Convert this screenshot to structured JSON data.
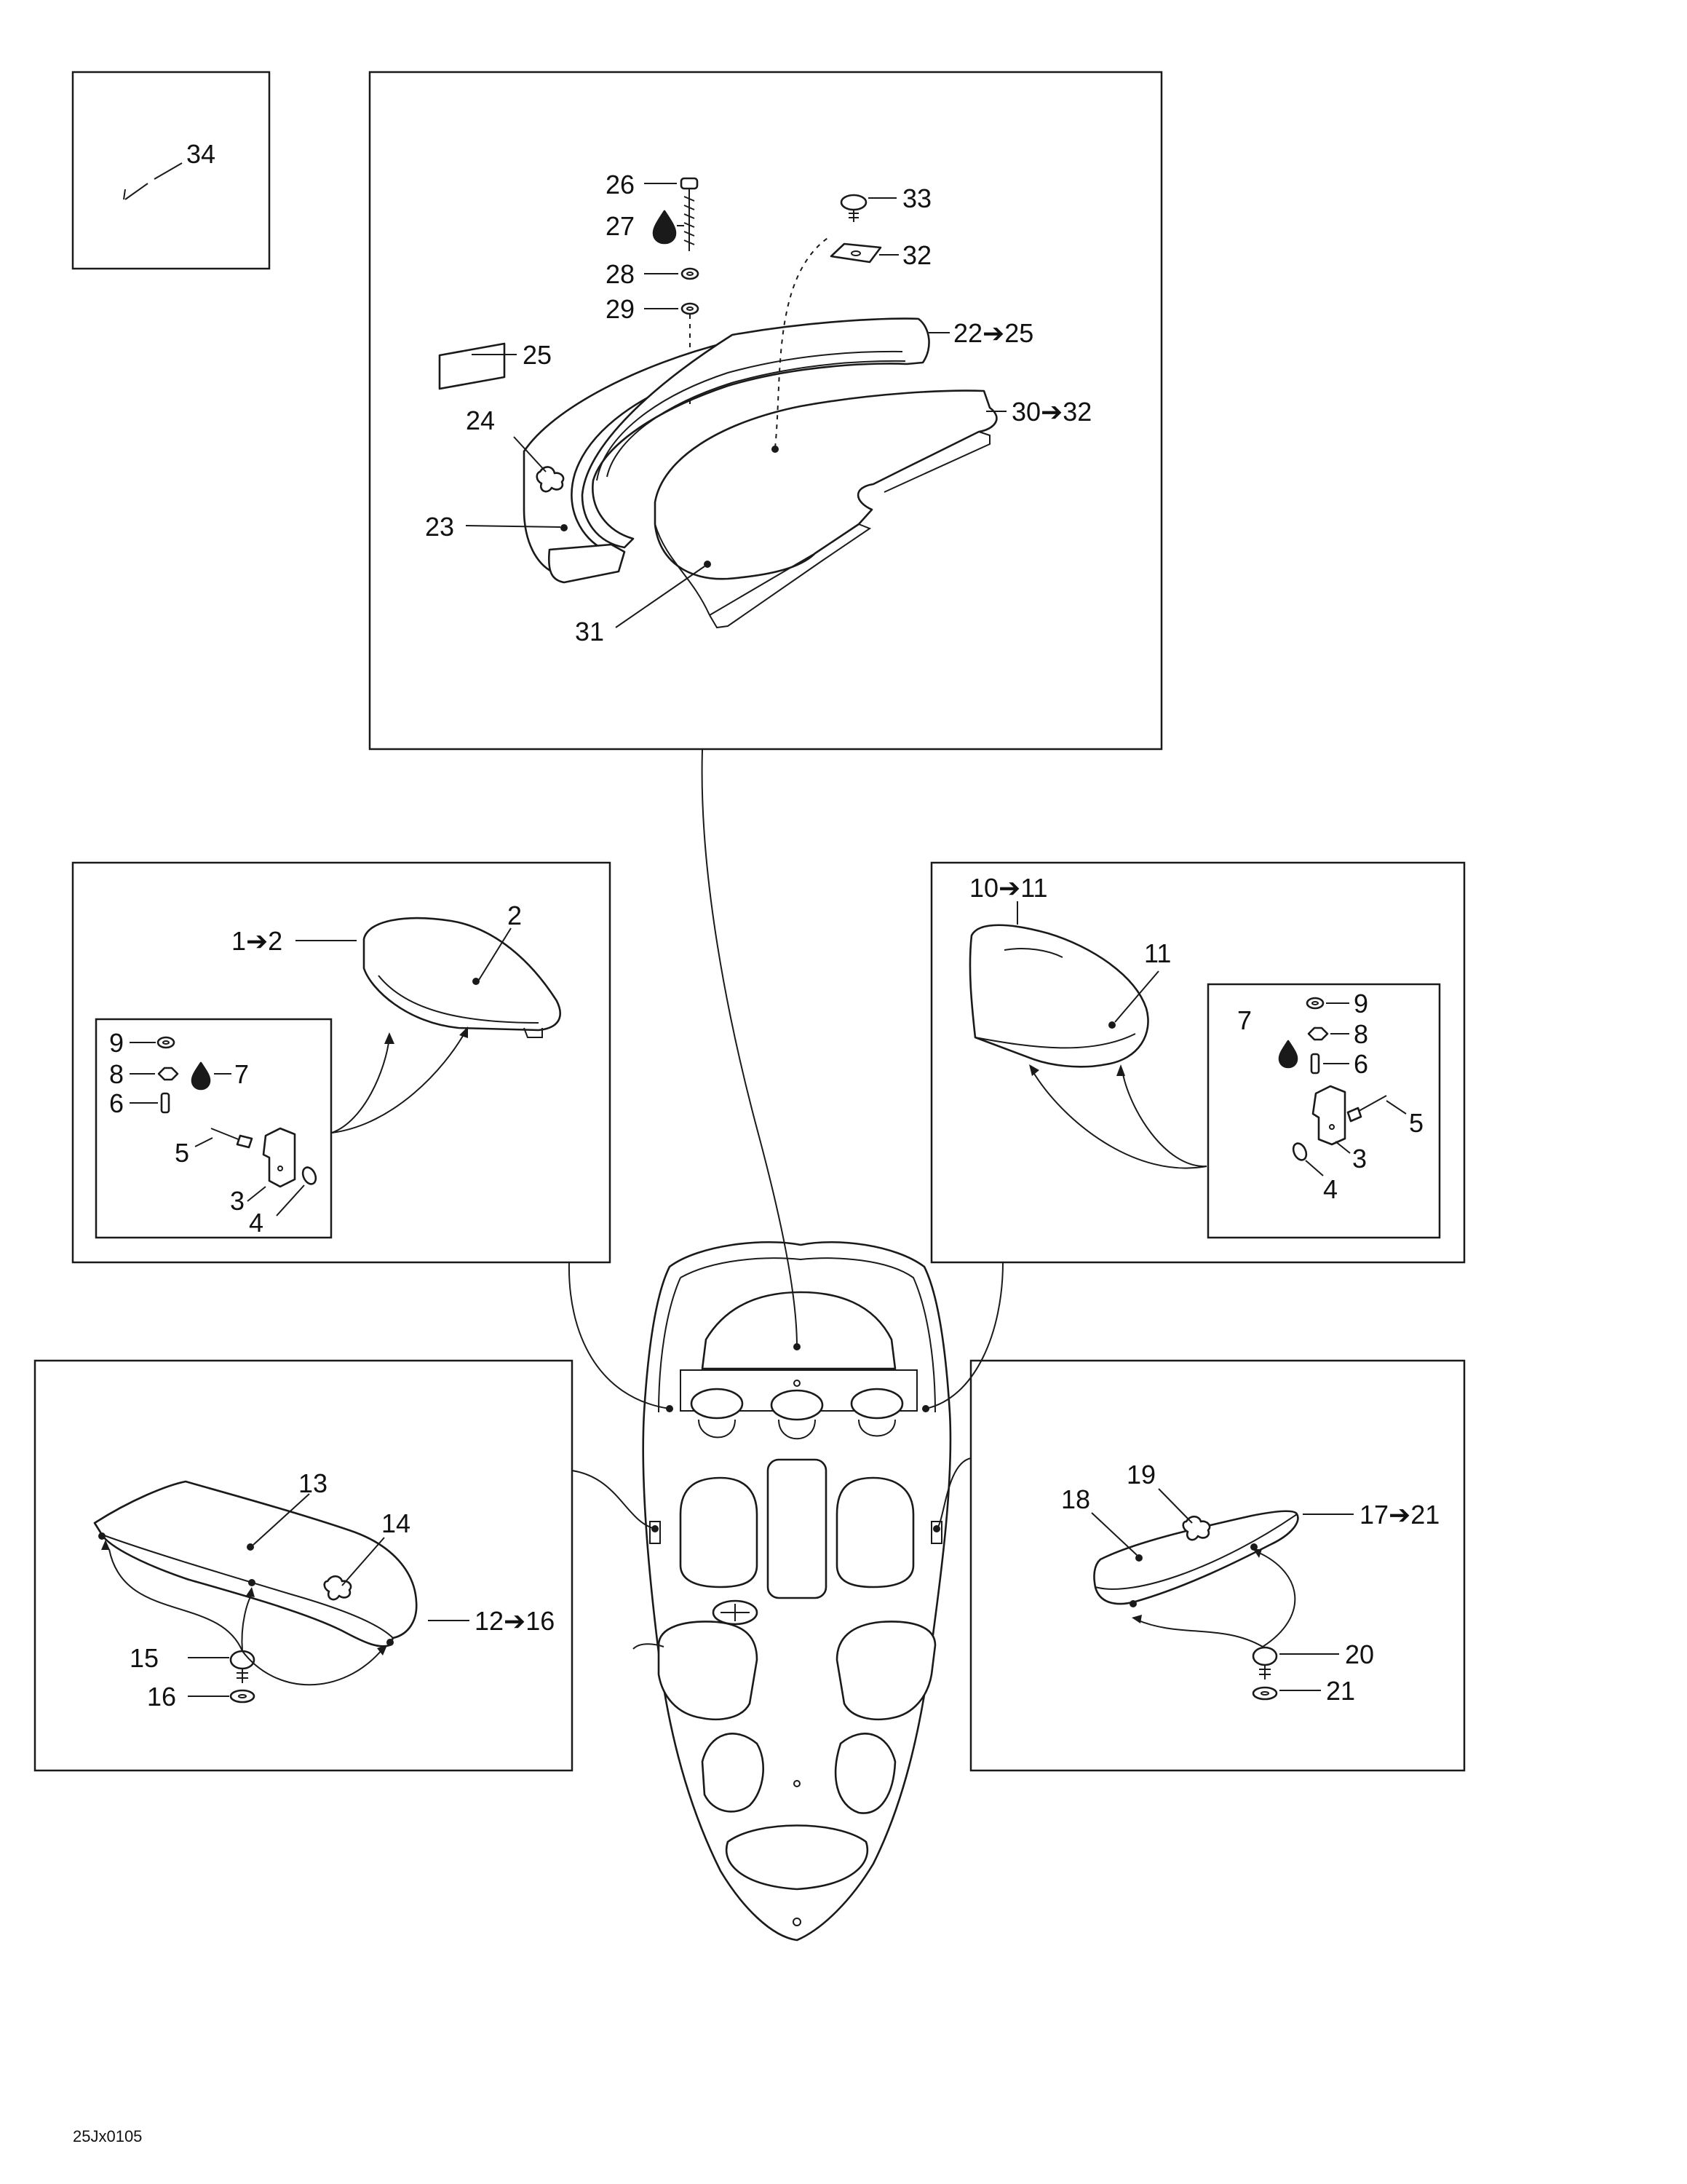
{
  "figure_code": "25Jx0105",
  "callouts": {
    "c34": "34",
    "c26": "26",
    "c27": "27",
    "c28": "28",
    "c29": "29",
    "c33": "33",
    "c32": "32",
    "c22_25": "22➔25",
    "c25": "25",
    "c24": "24",
    "c23": "23",
    "c30_32": "30➔32",
    "c31": "31",
    "c1_2": "1➔2",
    "c2": "2",
    "cl9": "9",
    "cl8": "8",
    "cl7": "7",
    "cl6": "6",
    "cl5": "5",
    "cl3": "3",
    "cl4": "4",
    "c10_11": "10➔11",
    "c11": "11",
    "cr9": "9",
    "cr8": "8",
    "cr7": "7",
    "cr6": "6",
    "cr5": "5",
    "cr3": "3",
    "cr4": "4",
    "c13": "13",
    "c14": "14",
    "c12_16": "12➔16",
    "c15": "15",
    "c16": "16",
    "c19": "19",
    "c18": "18",
    "c17_21": "17➔21",
    "c20": "20",
    "c21": "21"
  },
  "colors": {
    "line": "#1a1a1a",
    "background": "#ffffff"
  }
}
